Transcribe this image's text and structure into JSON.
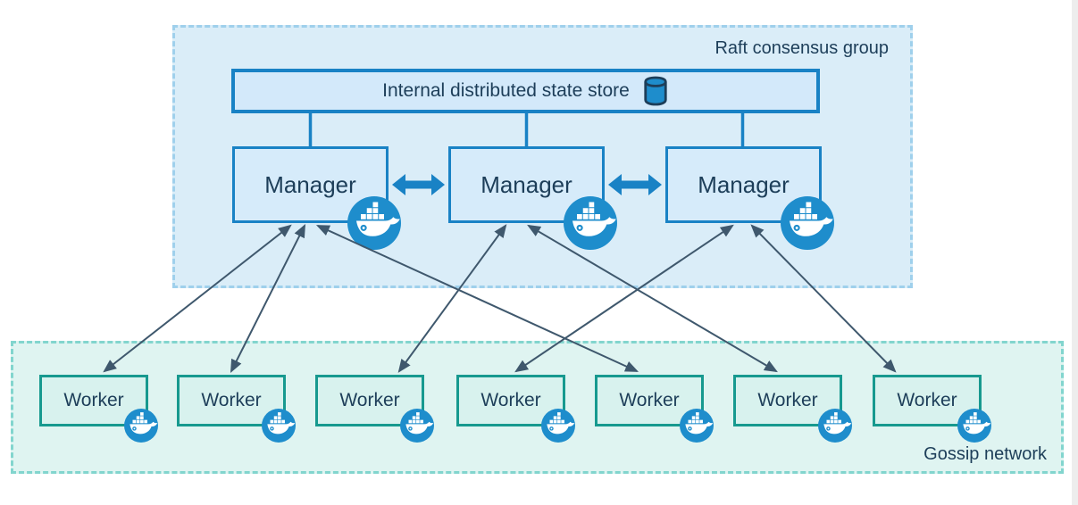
{
  "raft_group": {
    "label": "Raft consensus group"
  },
  "gossip_group": {
    "label": "Gossip network"
  },
  "state_store": {
    "label": "Internal distributed state store",
    "icon": "database-cylinder-icon"
  },
  "managers": [
    {
      "label": "Manager",
      "icon": "docker-whale-icon"
    },
    {
      "label": "Manager",
      "icon": "docker-whale-icon"
    },
    {
      "label": "Manager",
      "icon": "docker-whale-icon"
    }
  ],
  "workers": [
    {
      "label": "Worker",
      "icon": "docker-whale-icon"
    },
    {
      "label": "Worker",
      "icon": "docker-whale-icon"
    },
    {
      "label": "Worker",
      "icon": "docker-whale-icon"
    },
    {
      "label": "Worker",
      "icon": "docker-whale-icon"
    },
    {
      "label": "Worker",
      "icon": "docker-whale-icon"
    },
    {
      "label": "Worker",
      "icon": "docker-whale-icon"
    },
    {
      "label": "Worker",
      "icon": "docker-whale-icon"
    }
  ],
  "connections": {
    "state_store_to_managers": [
      1,
      2,
      3
    ],
    "manager_peer_links": [
      [
        1,
        2
      ],
      [
        2,
        3
      ]
    ],
    "manager_worker_links": [
      [
        1,
        1
      ],
      [
        1,
        2
      ],
      [
        1,
        5
      ],
      [
        2,
        3
      ],
      [
        2,
        6
      ],
      [
        3,
        4
      ],
      [
        3,
        7
      ]
    ]
  },
  "colors": {
    "node_border_blue": "#1982c5",
    "node_fill_blue": "#d6ebfa",
    "raft_fill": "#daedf8",
    "raft_dash": "#9fd0ec",
    "worker_border_teal": "#17998f",
    "worker_fill": "#d8f2ee",
    "gossip_fill": "#dff4f1",
    "gossip_dash": "#82d5ce",
    "docker_blue": "#1e8dcc",
    "arrow_dark": "#3f586d",
    "text_navy": "#1d3e59"
  }
}
